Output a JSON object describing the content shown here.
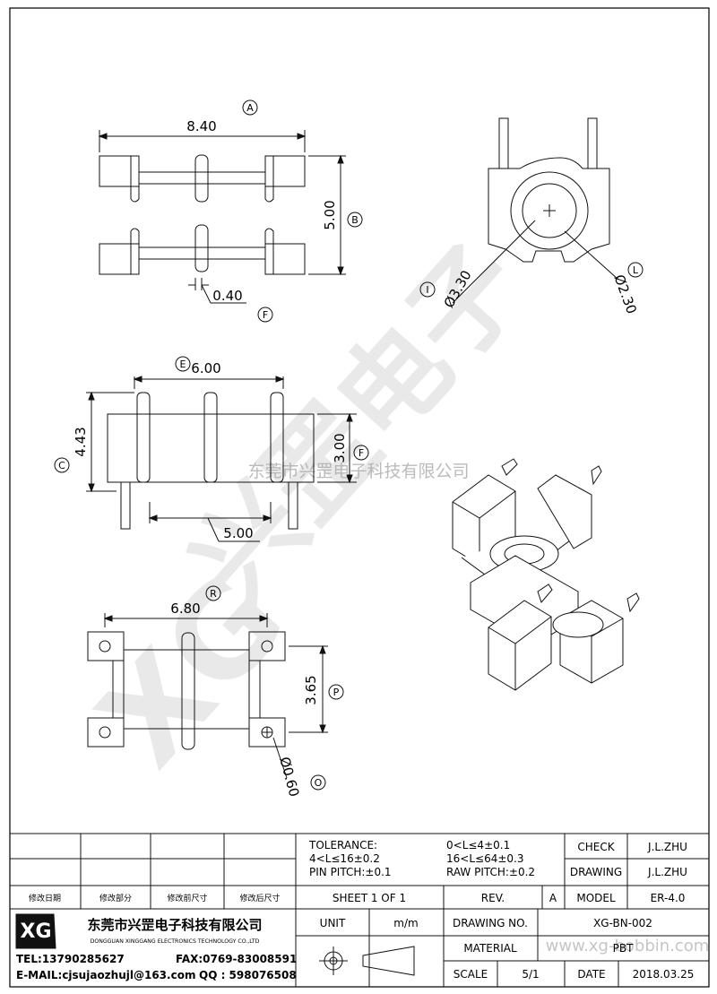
{
  "dimensions": {
    "A": {
      "letter": "A",
      "value": "8.40"
    },
    "B": {
      "letter": "B",
      "value": "5.00"
    },
    "F_pin": {
      "letter": "F",
      "value": "0.40"
    },
    "I": {
      "letter": "I",
      "value": "Ø3.30"
    },
    "L": {
      "letter": "L",
      "value": "Ø2.30"
    },
    "E": {
      "letter": "E",
      "value": "6.00"
    },
    "C": {
      "letter": "C",
      "value": "4.43"
    },
    "F_side": {
      "letter": "F",
      "value": "3.00"
    },
    "flange": {
      "value": "5.00"
    },
    "R": {
      "letter": "R",
      "value": "6.80"
    },
    "P": {
      "letter": "P",
      "value": "3.65"
    },
    "O": {
      "letter": "O",
      "value": "Ø0.60"
    }
  },
  "watermark": {
    "company_big": "兴罡电子",
    "company_line": "东莞市兴罡电子科技有限公司",
    "site": "www.xg-bobbin.com"
  },
  "title_block": {
    "revision_headers": [
      "修改日期",
      "修改部分",
      "修改前尺寸",
      "修改后尺寸"
    ],
    "tolerance_label": "TOLERANCE:",
    "tol1": "0<L≤4±0.1",
    "tol2": "4<L≤16±0.2",
    "tol3": "16<L≤64±0.3",
    "pin_pitch": "PIN PITCH:±0.1",
    "raw_pitch": "RAW PITCH:±0.2",
    "check_label": "CHECK",
    "check_value": "J.L.ZHU",
    "drawing_label": "DRAWING",
    "drawing_value": "J.L.ZHU",
    "sheet": "SHEET 1 OF 1",
    "rev_label": "REV.",
    "rev_value": "A",
    "model_label": "MODEL",
    "model_value": "ER-4.0",
    "unit_label": "UNIT",
    "unit_value": "m/m",
    "drawing_no_label": "DRAWING NO.",
    "drawing_no_value": "XG-BN-002",
    "material_label": "MATERIAL",
    "material_value": "PBT",
    "scale_label": "SCALE",
    "scale_value": "5/1",
    "date_label": "DATE",
    "date_value": "2018.03.25",
    "logo_text": "XG",
    "company_cn": "东莞市兴罡电子科技有限公司",
    "company_en": "DONGGUAN XINGGANG ELECTRONICS TECHNOLOGY CO.,LTD",
    "tel": "TEL:13790285627",
    "fax": "FAX:0769-83008591",
    "email": "E-MAIL:cjsujaozhujl@163.com",
    "qq": "QQ : 598076508"
  }
}
